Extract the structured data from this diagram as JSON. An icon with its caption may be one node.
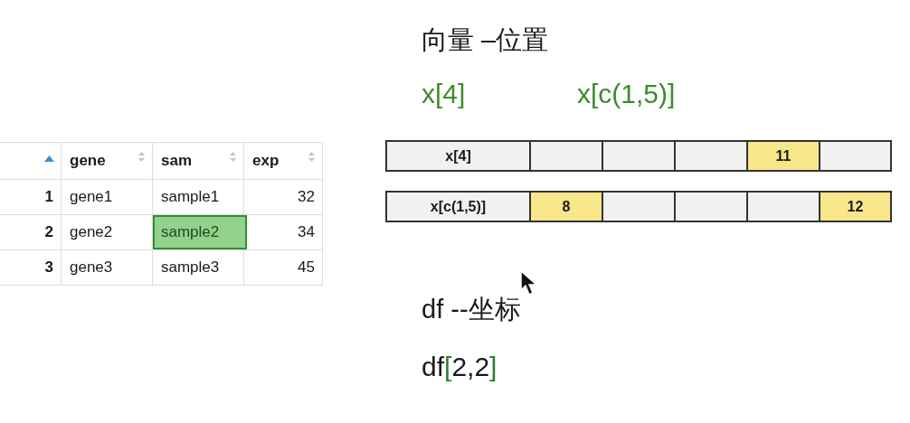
{
  "diagram": {
    "nodes": [
      {
        "text": [
          "x[4]"
        ]
      },
      {
        "text": [],
        "shape": "box"
      },
      {
        "text": [],
        "shape": "box"
      },
      {
        "text": [],
        "shape": "box"
      },
      {
        "text": [
          "11"
        ]
      },
      {
        "text": [],
        "shape": "box"
      },
      {
        "text": [
          "x[c(1,5)]"
        ]
      },
      {
        "text": [
          "8"
        ]
      },
      {
        "text": [],
        "shape": "box"
      },
      {
        "text": [],
        "shape": "box"
      },
      {
        "text": [],
        "shape": "box"
      },
      {
        "text": [
          "12"
        ]
      }
    ],
    "labels": [
      "向量 –位置",
      "x[4]",
      "x[c(1,5)]",
      "gene",
      "sam",
      "exp",
      "1",
      "gene1",
      "sample1",
      "32",
      "2",
      "gene2",
      "sample2",
      "34",
      "3",
      "gene3",
      "sample3",
      "45",
      "df --坐标",
      "df[2,2]"
    ]
  }
}
